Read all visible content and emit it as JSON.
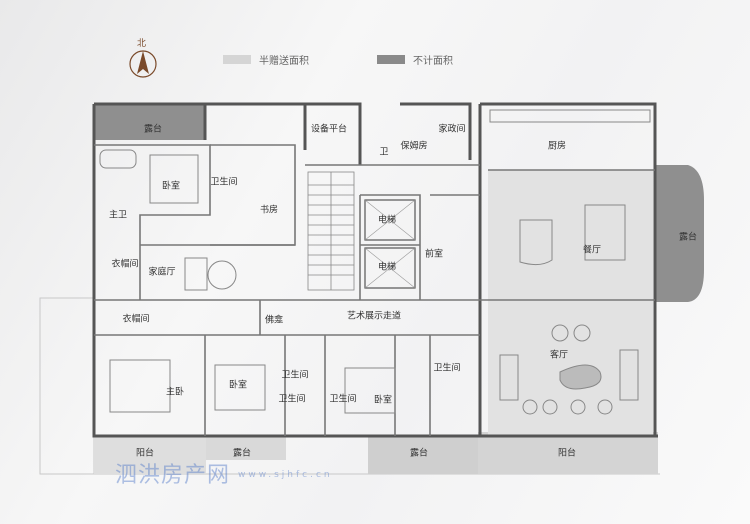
{
  "compass": {
    "label": "北"
  },
  "legend": {
    "half_gift": "半赠送面积",
    "not_counted": "不计面积",
    "half_gift_color": "#d5d5d5",
    "not_counted_color": "#8a8a8a"
  },
  "rooms": {
    "terrace_nw": "露台",
    "equipment_platform": "设备平台",
    "wc": "卫",
    "maid": "保姆房",
    "laundry": "家政间",
    "kitchen": "厨房",
    "bedroom_nw": "卧室",
    "bath_nw": "卫生间",
    "study": "书房",
    "master_bath": "主卫",
    "elevator": "电梯",
    "foyer": "前室",
    "dining": "餐厅",
    "terrace_east": "露台",
    "walkin_closet": "衣帽间",
    "family_room": "家庭厅",
    "shrine": "佛龛",
    "art_corridor": "艺术展示走道",
    "living": "客厅",
    "master_bedroom": "主卧",
    "bedroom_sw": "卧室",
    "bath_sw": "卫生间",
    "bath_s": "卫生间",
    "bedroom_s": "卧室",
    "bath_se": "卫生间",
    "balcony_sw": "阳台",
    "terrace_s1": "露台",
    "terrace_s2": "露台",
    "balcony_se": "阳台"
  },
  "watermark": {
    "brand": "泗洪房产网",
    "url": "www.sjhfc.cn"
  }
}
